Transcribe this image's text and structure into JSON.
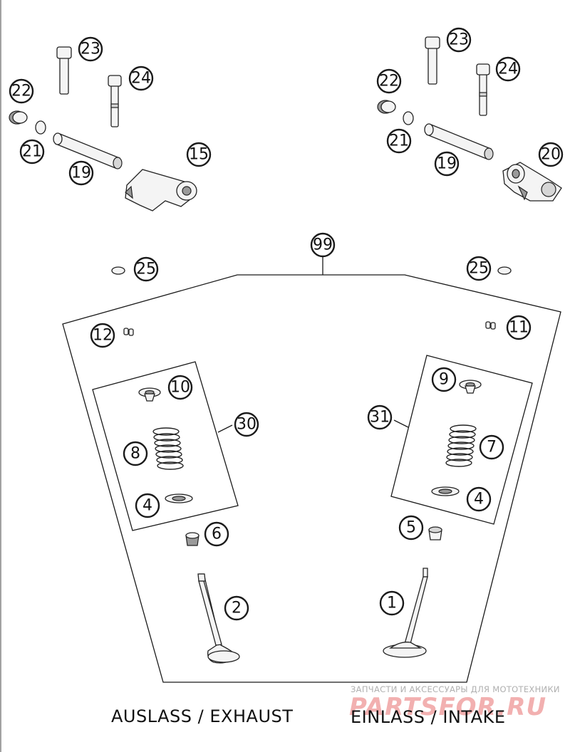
{
  "diagram": {
    "callouts": {
      "c23_left": "23",
      "c24_left": "24",
      "c22_left": "22",
      "c21_left": "21",
      "c19_left": "19",
      "c15": "15",
      "c23_right": "23",
      "c24_right": "24",
      "c22_right": "22",
      "c21_right": "21",
      "c19_right": "19",
      "c20": "20",
      "c99": "99",
      "c25_left": "25",
      "c25_right": "25",
      "c12": "12",
      "c11": "11",
      "c10": "10",
      "c30": "30",
      "c8": "8",
      "c4_left": "4",
      "c9": "9",
      "c31": "31",
      "c7": "7",
      "c4_right": "4",
      "c6": "6",
      "c5": "5",
      "c2": "2",
      "c1": "1"
    },
    "captions": {
      "exhaust": "AUSLASS / EXHAUST",
      "intake": "EINLASS / INTAKE"
    },
    "watermark": {
      "tagline": "ЗАПЧАСТИ И АКСЕССУАРЫ ДЛЯ МОТОТЕХНИКИ",
      "logo": "PARTSFOR.RU"
    }
  }
}
